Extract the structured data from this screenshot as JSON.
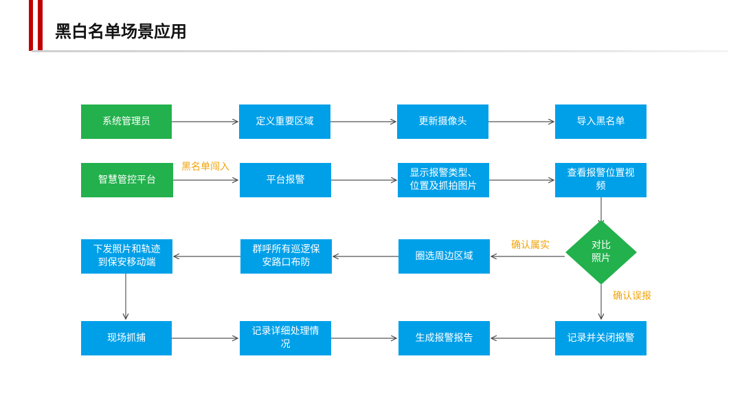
{
  "header": {
    "title": "黑白名单场景应用"
  },
  "colors": {
    "box_blue": "#00a0e9",
    "box_green": "#22b14c",
    "note_orange": "#f0a30a",
    "accent_red": "#c00000"
  },
  "row1": [
    "系统管理员",
    "定义重要区域",
    "更新摄像头",
    "导入黑名单"
  ],
  "row2": [
    "智慧管控平台",
    "平台报警",
    "显示报警类型、\n位置及抓拍图片",
    "查看报警位置视\n频"
  ],
  "row3": [
    "下发照片和轨迹\n到保安移动端",
    "群呼所有巡逻保\n安路口布防",
    "圈选周边区域"
  ],
  "row4": [
    "现场抓捕",
    "记录详细处理情\n况",
    "生成报警报告",
    "记录并关闭报警"
  ],
  "decision": "对比\n照片",
  "notes": {
    "blacklist_entry": "黑名单闯入",
    "confirm_true": "确认属实",
    "confirm_false": "确认误报"
  }
}
